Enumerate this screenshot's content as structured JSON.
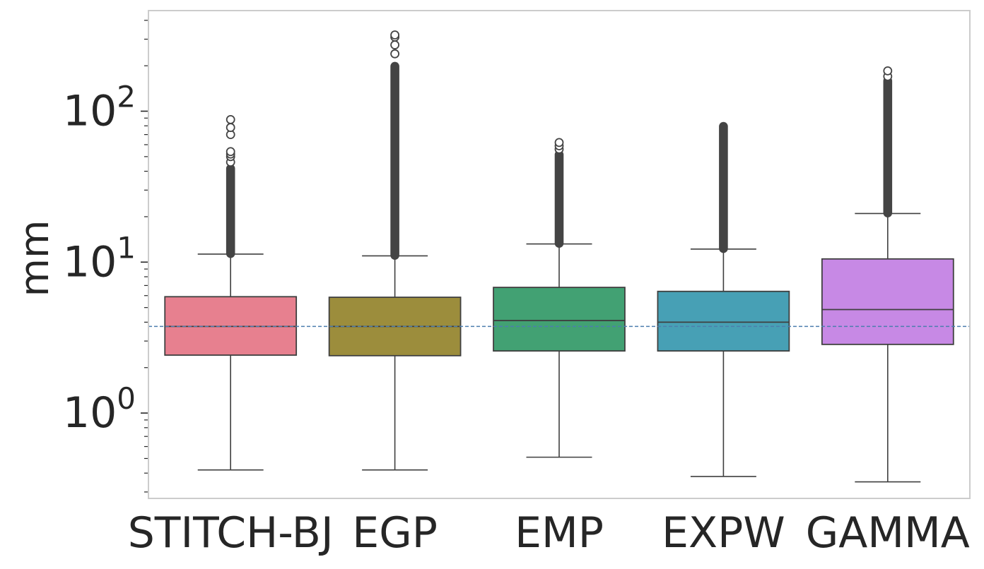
{
  "chart_data": {
    "type": "box",
    "ylabel": "mm",
    "yscale": "log",
    "ylim": [
      0.25,
      420
    ],
    "grid": false,
    "reference_line": 3.75,
    "categories": [
      "STITCH-BJ",
      "EGP",
      "EMP",
      "EXPW",
      "GAMMA"
    ],
    "y_ticks": [
      {
        "value": 1,
        "base": "10",
        "exp": "0"
      },
      {
        "value": 10,
        "base": "10",
        "exp": "1"
      },
      {
        "value": 100,
        "base": "10",
        "exp": "2"
      }
    ],
    "boxes": [
      {
        "category": "STITCH-BJ",
        "color": "#e7808f",
        "whisker_low": 0.42,
        "q1": 2.42,
        "median": 3.75,
        "q3": 5.9,
        "whisker_high": 11.3,
        "outlier_range": [
          11.3,
          42
        ],
        "outliers": [
          46,
          50,
          52,
          54,
          70,
          78,
          88
        ]
      },
      {
        "category": "EGP",
        "color": "#9c8d3c",
        "whisker_low": 0.42,
        "q1": 2.4,
        "median": 3.75,
        "q3": 5.85,
        "whisker_high": 11.0,
        "outlier_range": [
          11.0,
          200
        ],
        "outliers": [
          240,
          275,
          310,
          320
        ]
      },
      {
        "category": "EMP",
        "color": "#42a173",
        "whisker_low": 0.51,
        "q1": 2.58,
        "median": 4.1,
        "q3": 6.8,
        "whisker_high": 13.2,
        "outlier_range": [
          13.2,
          52
        ],
        "outliers": [
          56,
          59,
          62
        ]
      },
      {
        "category": "EXPW",
        "color": "#47a0b5",
        "whisker_low": 0.38,
        "q1": 2.58,
        "median": 4.0,
        "q3": 6.4,
        "whisker_high": 12.2,
        "outlier_range": [
          12.2,
          80
        ],
        "outliers": []
      },
      {
        "category": "GAMMA",
        "color": "#c789e5",
        "whisker_low": 0.35,
        "q1": 2.85,
        "median": 4.85,
        "q3": 10.5,
        "whisker_high": 21,
        "outlier_range": [
          21,
          160
        ],
        "outliers": [
          170,
          185
        ]
      }
    ]
  }
}
